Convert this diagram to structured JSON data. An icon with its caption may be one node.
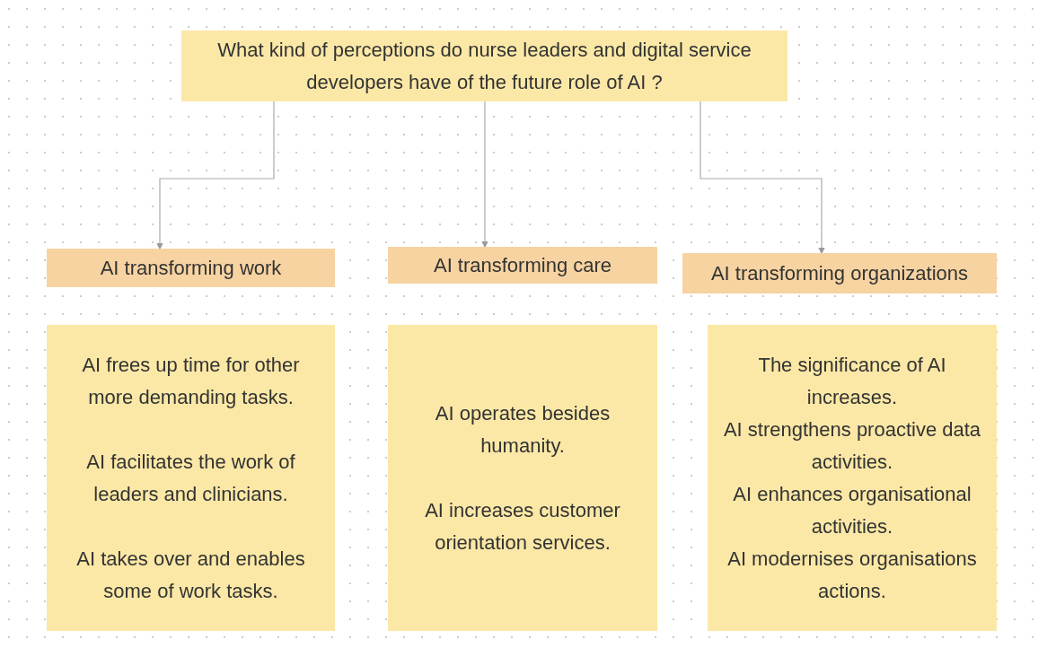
{
  "diagram": {
    "nodes": [
      {
        "text": [
          "What kind of perceptions do nurse leaders and digital service developers have of the future role of AI ?"
        ]
      },
      {
        "text": [
          "AI transforming work"
        ]
      },
      {
        "text": [
          "AI transforming care"
        ]
      },
      {
        "text": [
          "AI transforming organizations"
        ]
      },
      {
        "text": [
          "AI frees up time for other more demanding tasks.",
          "AI facilitates the work of leaders and clinicians.",
          "AI takes over and enables some of work tasks."
        ]
      },
      {
        "text": [
          "AI operates besides humanity.",
          "AI increases customer orientation services."
        ]
      },
      {
        "text": [
          "The significance of AI increases.",
          "AI strengthens proactive data activities.",
          "AI enhances organisational activities.",
          "AI modernises organisations actions."
        ]
      }
    ],
    "edges": [
      {
        "from": 0,
        "to": 1,
        "arrow": "to"
      },
      {
        "from": 0,
        "to": 2,
        "arrow": "to"
      },
      {
        "from": 0,
        "to": 3,
        "arrow": "to"
      }
    ]
  }
}
